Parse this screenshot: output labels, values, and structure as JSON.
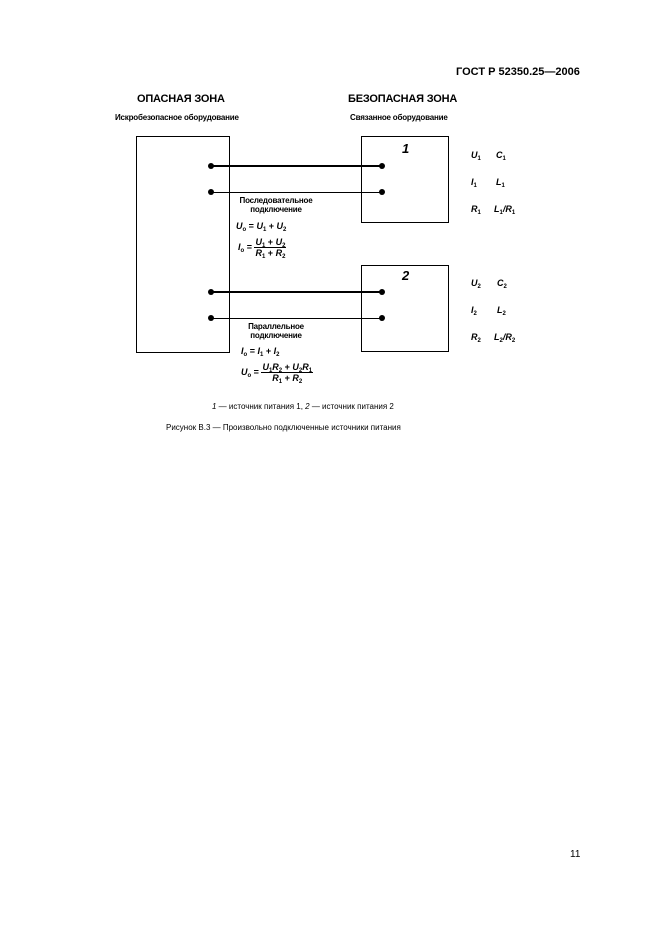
{
  "header": {
    "standard": "ГОСТ Р 52350.25—2006"
  },
  "diagram": {
    "hazardous_zone": "ОПАСНАЯ ЗОНА",
    "hazardous_sub": "Искробезопасное оборудование",
    "safe_zone": "БЕЗОПАСНАЯ ЗОНА",
    "safe_sub": "Связанное оборудование",
    "source1_number": "1",
    "source2_number": "2",
    "series_label_line1": "Последовательное",
    "series_label_line2": "подключение",
    "parallel_label_line1": "Параллельное",
    "parallel_label_line2": "подключение",
    "params1": {
      "u": "U",
      "u_sub": "1",
      "c": "C",
      "c_sub": "1",
      "i": "I",
      "i_sub": "1",
      "l": "L",
      "l_sub": "1",
      "r": "R",
      "r_sub": "1",
      "lr": "L",
      "lr_sub": "1",
      "lr_div": "/R",
      "lr_div_sub": "1"
    },
    "params2": {
      "u": "U",
      "u_sub": "2",
      "c": "C",
      "c_sub": "2",
      "i": "I",
      "i_sub": "2",
      "l": "L",
      "l_sub": "2",
      "r": "R",
      "r_sub": "2",
      "lr": "L",
      "lr_sub": "2",
      "lr_div": "/R",
      "lr_div_sub": "2"
    }
  },
  "caption": {
    "legend_n1": "1",
    "legend_t1": " — источник питания 1, ",
    "legend_n2": "2",
    "legend_t2": " — источник питания 2",
    "figure": "Рисунок В.3 — Произвольно подключенные источники питания"
  },
  "footer": {
    "page_number": "11"
  }
}
